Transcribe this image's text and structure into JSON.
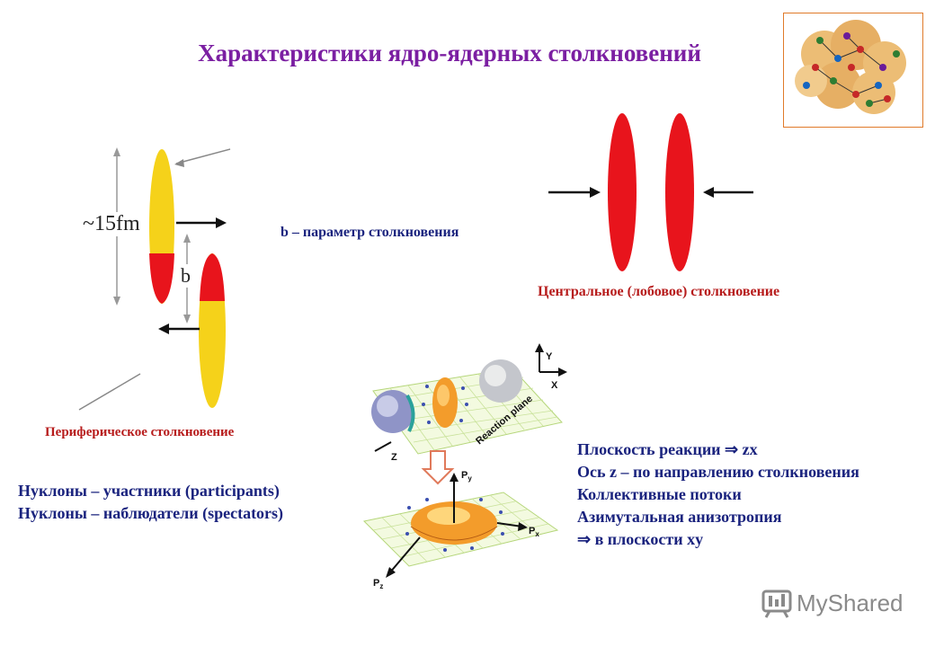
{
  "title": "Характеристики ядро-ядерных столкновений",
  "left_diagram": {
    "size_label": "~15fm",
    "b_label": "b"
  },
  "b_caption": "b – параметр столкновения",
  "central_caption": "Центральное (лобовое) столкновение",
  "peripheral_caption": "Периферическое столкновение",
  "nucleons": [
    "Нуклоны – участники (participants)",
    "Нуклоны – наблюдатели (spectators)"
  ],
  "reaction": [
    "Плоскость реакции  ⇒ zx",
    "Ось z – по направлению столкновения",
    "Коллективные потоки",
    "Азимутальная анизотропия",
    "⇒ в плоскости xy"
  ],
  "plane_diagram": {
    "y_axis": "Y",
    "x_axis": "X",
    "z_axis": "Z",
    "plane_label": "Reaction plane",
    "py": "P",
    "px": "P",
    "pz": "P",
    "py_sub": "y",
    "px_sub": "x",
    "pz_sub": "z"
  },
  "watermark": "MyShared",
  "colors": {
    "title": "#7b1fa2",
    "blue_text": "#1a237e",
    "red_text": "#b71c1c",
    "nucleus_red": "#e8141c",
    "nucleus_yellow": "#f5d21a"
  }
}
